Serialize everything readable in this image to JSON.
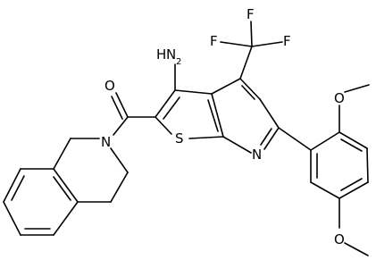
{
  "atoms": {
    "amine": "H",
    "amine_n": "N",
    "amine_sub": "2",
    "fluorine_1": "F",
    "fluorine_2": "F",
    "fluorine_3": "F",
    "carbonyl_oxygen": "O",
    "amide_nitrogen": "N",
    "ring_sulfur": "S",
    "pyridine_nitrogen": "N",
    "methoxy_oxygen_1": "O",
    "methoxy_oxygen_2": "O"
  },
  "colors": {
    "bond": "#000000",
    "label": "#000000",
    "background": "#ffffff"
  }
}
